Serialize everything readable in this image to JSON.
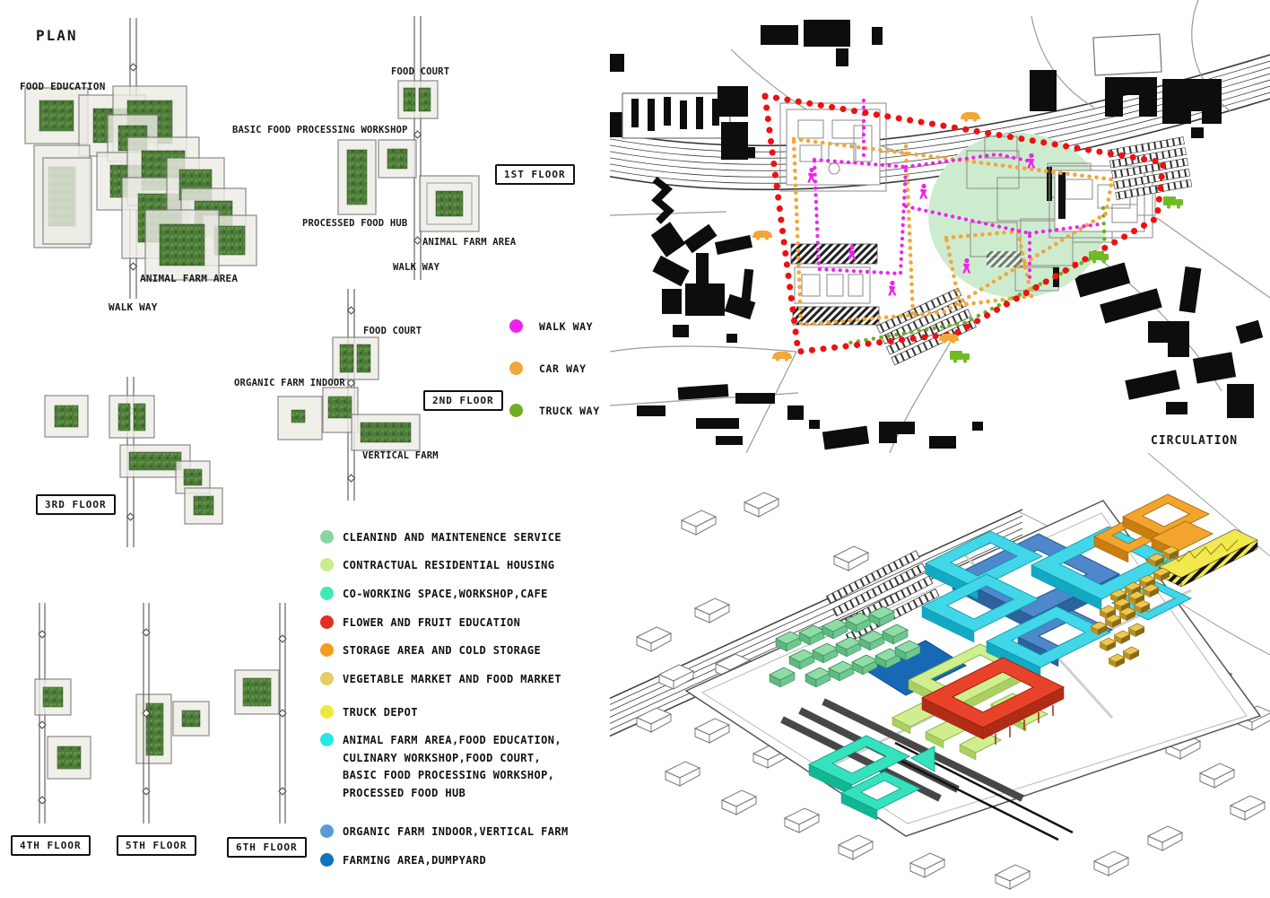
{
  "titles": {
    "plan": "PLAN",
    "circulation": "CIRCULATION"
  },
  "plan_labels": {
    "food_education": "FOOD EDUCATION",
    "animal_farm_ground": "ANIMAL FARM AREA",
    "walk_way_ground": "WALK WAY",
    "food_court_f1": "FOOD COURT",
    "basic_food_processing_workshop": "BASIC FOOD PROCESSING WORKSHOP",
    "processed_food_hub": "PROCESSED FOOD HUB",
    "animal_farm_f1": "ANIMAL FARM AREA",
    "walk_way_f1": "WALK WAY",
    "food_court_f2": "FOOD COURT",
    "organic_farm_indoor": "ORGANIC FARM INDOOR",
    "vertical_farm": "VERTICAL FARM"
  },
  "floor_tags": {
    "f1": "1ST FLOOR",
    "f2": "2ND FLOOR",
    "f3": "3RD FLOOR",
    "f4": "4TH FLOOR",
    "f5": "5TH FLOOR",
    "f6": "6TH FLOOR"
  },
  "circulation_legend": {
    "items": [
      {
        "label": "WALK WAY",
        "color": "#ee22ee"
      },
      {
        "label": "CAR WAY",
        "color": "#f2a73a"
      },
      {
        "label": "TRUCK WAY",
        "color": "#6fae22"
      }
    ]
  },
  "legend": {
    "items": [
      {
        "label": "CLEANIND AND MAINTENENCE SERVICE",
        "color": "#8ad4a2"
      },
      {
        "label": "CONTRACTUAL RESIDENTIAL HOUSING",
        "color": "#c8ec8e"
      },
      {
        "label": "CO-WORKING SPACE,WORKSHOP,CAFE",
        "color": "#3eeab2"
      },
      {
        "label": "FLOWER AND FRUIT EDUCATION",
        "color": "#e2301e"
      },
      {
        "label": "STORAGE AREA AND COLD STORAGE",
        "color": "#f29e1d"
      },
      {
        "label": "VEGETABLE MARKET AND FOOD MARKET",
        "color": "#e7cc66"
      },
      {
        "label": "TRUCK DEPOT",
        "color": "#ebe93e"
      },
      {
        "label": "ANIMAL FARM AREA,FOOD EDUCATION,\nCULINARY WORKSHOP,FOOD COURT,\nBASIC FOOD PROCESSING WORKSHOP,\nPROCESSED FOOD HUB",
        "color": "#28e6e6"
      },
      {
        "label": "ORGANIC FARM INDOOR,VERTICAL FARM",
        "color": "#5b9bd5"
      },
      {
        "label": "FARMING AREA,DUMPYARD",
        "color": "#1273bd"
      }
    ]
  }
}
